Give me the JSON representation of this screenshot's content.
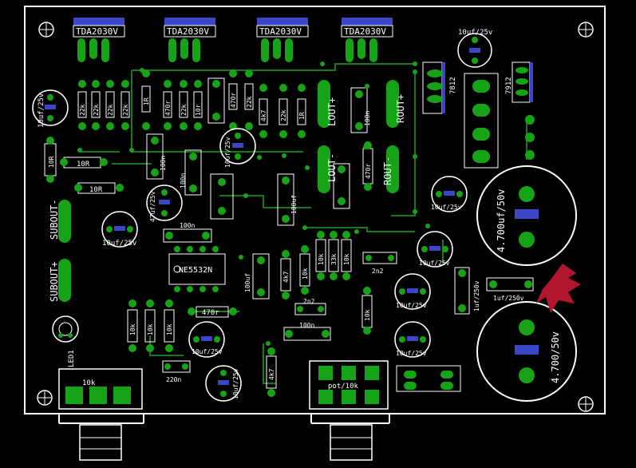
{
  "colors": {
    "background": "#000000",
    "outline": "#ffffff",
    "copper_top": "#1a7a1a",
    "pad": "#17a317",
    "silkscreen": "#ffffff",
    "component_blue": "#3a46c8",
    "logo": "#b0172e",
    "cap_fill": "#0c2a0c"
  },
  "ic": {
    "tda_label": "TDA2030V",
    "ne_label": "NE5532N",
    "reg_pos": "7812",
    "reg_neg": "7912"
  },
  "connectors": {
    "left_out": "LOUT+",
    "left_out_neg": "LOUT-",
    "right_out": "ROUT+",
    "right_out_neg": "ROUT-",
    "subout_pos": "SUBOUT+",
    "subout_neg": "SUBOUT-",
    "led": "LED1"
  },
  "resistors": {
    "r22k_a": "22k",
    "r22k_b": "22k",
    "r22k_c": "22k",
    "r22k_d": "22k",
    "r1r": "1R",
    "r470r_a": "470r",
    "r22k_e": "22k",
    "r10r": "10r",
    "r470r_b": "470r",
    "r22k_f": "22k",
    "r4k7_a": "4k7",
    "r22k_g": "22k",
    "r1r_b": "1R",
    "r10r_c": "10R",
    "r10r_d": "10R",
    "r10r_e": "10R",
    "r470r_c": "470r",
    "r33k": "33k",
    "r4k7_b": "4k7",
    "r10k_a": "10k",
    "r10k_b": "10k",
    "r10k_c": "10k",
    "r10k_d": "10k",
    "r10k_e": "10k",
    "r10k_f": "10k",
    "r470r_d": "470r",
    "r4k7_c": "4k7",
    "r10k_g": "10k"
  },
  "capacitors": {
    "c10uf25v": "10uf/25v",
    "c100n": "100n",
    "c4700": "4.700uf/50v",
    "c4700b": "4.700/50v",
    "c1uf250v": "1uf/250v",
    "c2n2": "2n2",
    "c220n": "220n",
    "c100uf": "100uf",
    "c47uf25v": "47uf/25v"
  },
  "pots": {
    "pot_left": "10k",
    "pot_right": "pot/10k"
  }
}
